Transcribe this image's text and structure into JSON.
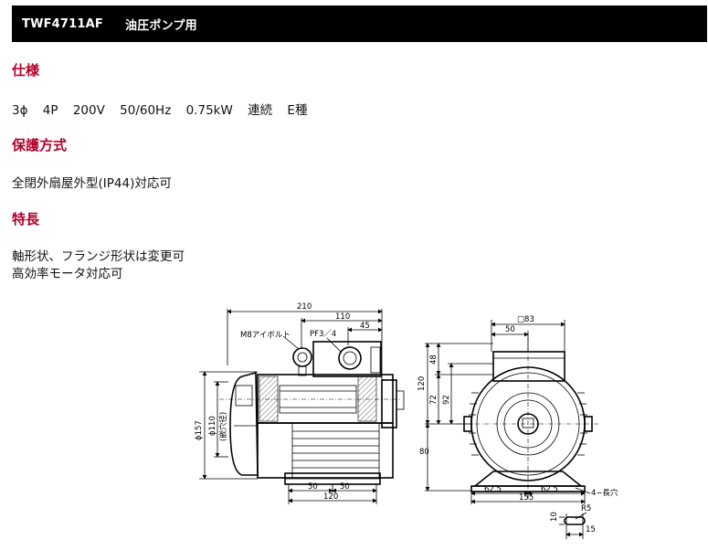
{
  "header": {
    "model": "TWF4711AF",
    "subtitle": "油圧ポンプ用"
  },
  "sections": {
    "spec": {
      "heading": "仕様",
      "values": [
        "3ϕ",
        "4P",
        "200V",
        "50/60Hz",
        "0.75kW",
        "連続",
        "E種"
      ]
    },
    "protection": {
      "heading": "保護方式",
      "text": "全閉外扇屋外型(IP44)対応可"
    },
    "features": {
      "heading": "特長",
      "lines": [
        "軸形状、フランジ形状は変更可",
        "高効率モータ対応可"
      ]
    }
  },
  "drawing": {
    "side": {
      "dim_top_overall": "210",
      "dim_top_mid": "110",
      "dim_top_small": "45",
      "label_eyebolt": "M8アイボルト",
      "label_pf": "PF3／4",
      "dim_dia_157": "ϕ157",
      "dim_dia_110": "ϕ110",
      "note_flange": "(嵌穴径)",
      "dim_base_50a": "50",
      "dim_base_50b": "50",
      "dim_base_120": "120"
    },
    "front": {
      "dim_square": "□83",
      "dim_top_50": "50",
      "dim_48": "48",
      "dim_72": "72",
      "dim_92": "92",
      "dim_120": "120",
      "dim_80": "80",
      "dim_62_5a": "62.5",
      "dim_62_5b": "62.5",
      "dim_155": "155",
      "note_holes": "4−長穴"
    },
    "detail": {
      "dim_r5": "R5",
      "dim_10": "10",
      "dim_15": "15"
    }
  }
}
